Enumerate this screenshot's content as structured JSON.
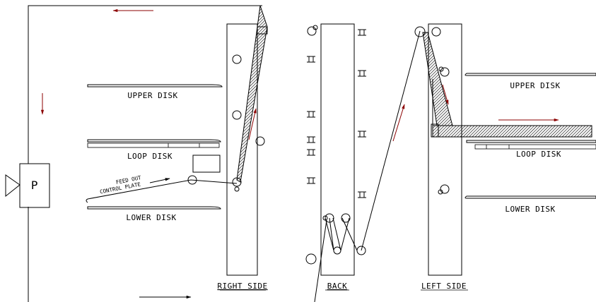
{
  "labels": {
    "upper_disk_right": "UPPER DISK",
    "loop_disk_right": "LOOP DISK",
    "lower_disk_right": "LOWER DISK",
    "feed_out_line1": "FEED OUT",
    "feed_out_line2": "CONTROL PLATE",
    "pump": "P",
    "right_side": "RIGHT SIDE",
    "back": "BACK",
    "left_side": "LEFT SIDE",
    "upper_disk_left": "UPPER DISK",
    "loop_disk_left": "LOOP DISK",
    "lower_disk_left": "LOWER DISK"
  },
  "colors": {
    "line": "#000000",
    "arrow": "#8b0000",
    "hatch": "#000000",
    "background": "#ffffff"
  }
}
